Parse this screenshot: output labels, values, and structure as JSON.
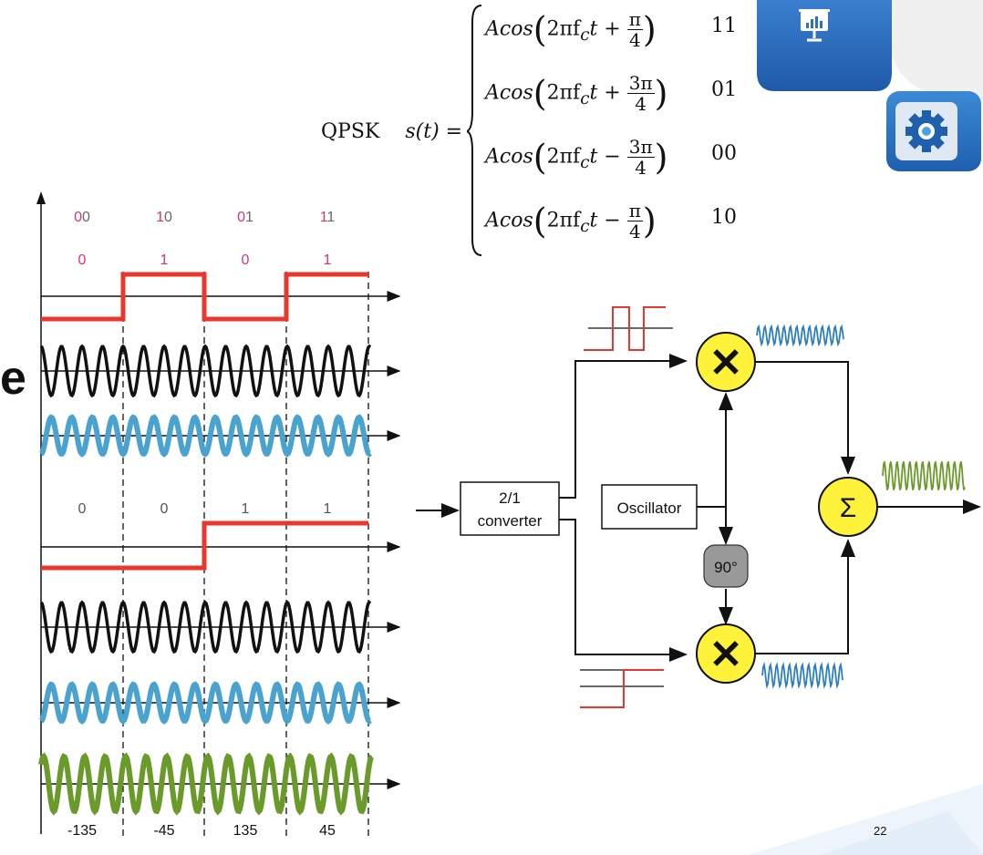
{
  "equation": {
    "left_label": "QPSK",
    "lhs": "s(t) =",
    "cases": [
      {
        "amp": "Acos",
        "arg_pre": "2πf",
        "sub": "c",
        "arg_t": "t",
        "sign": "+",
        "num": "π",
        "den": "4",
        "bits": "11"
      },
      {
        "amp": "Acos",
        "arg_pre": "2πf",
        "sub": "c",
        "arg_t": "t",
        "sign": "+",
        "num": "3π",
        "den": "4",
        "bits": "01"
      },
      {
        "amp": "Acos",
        "arg_pre": "2πf",
        "sub": "c",
        "arg_t": "t",
        "sign": "−",
        "num": "3π",
        "den": "4",
        "bits": "00"
      },
      {
        "amp": "Acos",
        "arg_pre": "2πf",
        "sub": "c",
        "arg_t": "t",
        "sign": "−",
        "num": "π",
        "den": "4",
        "bits": "10"
      }
    ]
  },
  "timing": {
    "dibits": [
      {
        "first": "0",
        "second": "0"
      },
      {
        "first": "1",
        "second": "0"
      },
      {
        "first": "0",
        "second": "1"
      },
      {
        "first": "1",
        "second": "1"
      }
    ],
    "i_bits": [
      "0",
      "1",
      "0",
      "1"
    ],
    "q_bits": [
      "0",
      "0",
      "1",
      "1"
    ],
    "phases": [
      "-135",
      "-45",
      "135",
      "45"
    ]
  },
  "block_diagram": {
    "converter_line1": "2/1",
    "converter_line2": "converter",
    "oscillator": "Oscillator",
    "phase_shift": "90°",
    "mixer_symbol": "✕",
    "sum_symbol": "Σ"
  },
  "slide": {
    "page_number": "22",
    "left_fragment": "e"
  },
  "colors": {
    "red": "#e8372c",
    "blue": "#4aa3cf",
    "green": "#6a9a2a",
    "pink": "#e0307a",
    "yellow": "#fff23a",
    "icon_blue": "#2f6fbf"
  }
}
